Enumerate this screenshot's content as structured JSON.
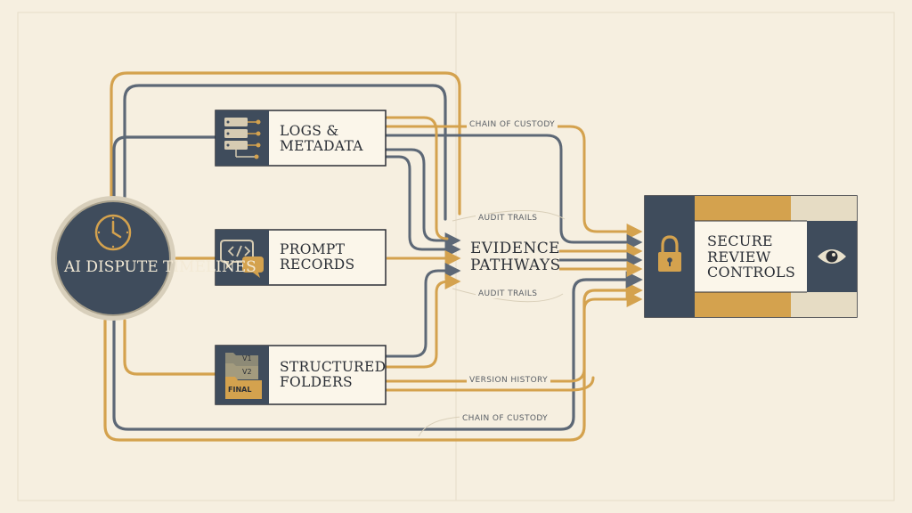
{
  "hub": {
    "label": "AI DISPUTE TIMELINES",
    "icon": "clock-icon"
  },
  "nodes": {
    "logs": {
      "label": "LOGS & METADATA",
      "icon": "server-icon"
    },
    "prompts": {
      "label": "PROMPT RECORDS",
      "icon": "code-chat-icon"
    },
    "folders": {
      "label": "STRUCTURED FOLDERS",
      "icon": "folders-icon",
      "tabs": [
        "V1",
        "V2",
        "FINAL"
      ]
    }
  },
  "center": {
    "label": "EVIDENCE PATHWAYS"
  },
  "secure": {
    "label": "SECURE REVIEW CONTROLS",
    "icons": [
      "lock-icon",
      "eye-icon"
    ]
  },
  "path_labels": {
    "chain_top": "CHAIN OF CUSTODY",
    "audit_top": "AUDIT TRAILS",
    "audit_bottom": "AUDIT TRAILS",
    "version": "VERSION HISTORY",
    "chain_bottom": "CHAIN OF CUSTODY"
  },
  "colors": {
    "background": "#f6efe0",
    "navy": "#3f4c5c",
    "gold": "#d4a24e",
    "cream_box": "#fbf6ea",
    "ink": "#2b2f36"
  }
}
